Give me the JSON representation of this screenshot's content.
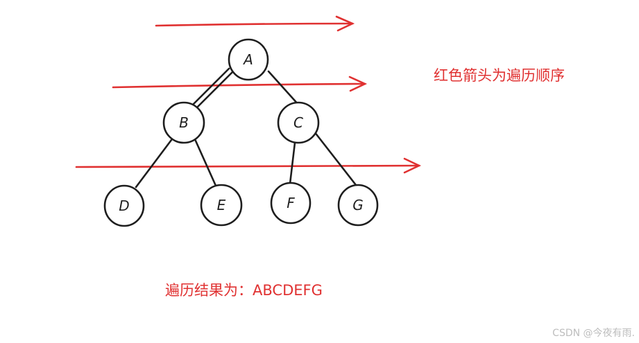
{
  "nodes": [
    {
      "id": "A",
      "label": "A"
    },
    {
      "id": "B",
      "label": "B"
    },
    {
      "id": "C",
      "label": "C"
    },
    {
      "id": "D",
      "label": "D"
    },
    {
      "id": "E",
      "label": "E"
    },
    {
      "id": "F",
      "label": "F"
    },
    {
      "id": "G",
      "label": "G"
    }
  ],
  "edges": [
    {
      "from": "A",
      "to": "B"
    },
    {
      "from": "A",
      "to": "C"
    },
    {
      "from": "B",
      "to": "D"
    },
    {
      "from": "B",
      "to": "E"
    },
    {
      "from": "C",
      "to": "F"
    },
    {
      "from": "C",
      "to": "G"
    }
  ],
  "legend_text": "红色箭头为遍历顺序",
  "result_text": "遍历结果为：ABCDEFG",
  "watermark": "CSDN @今夜有雨.",
  "colors": {
    "arrow": "#e03131",
    "node_stroke": "#1e1e1e",
    "watermark": "#bdbdbd"
  }
}
